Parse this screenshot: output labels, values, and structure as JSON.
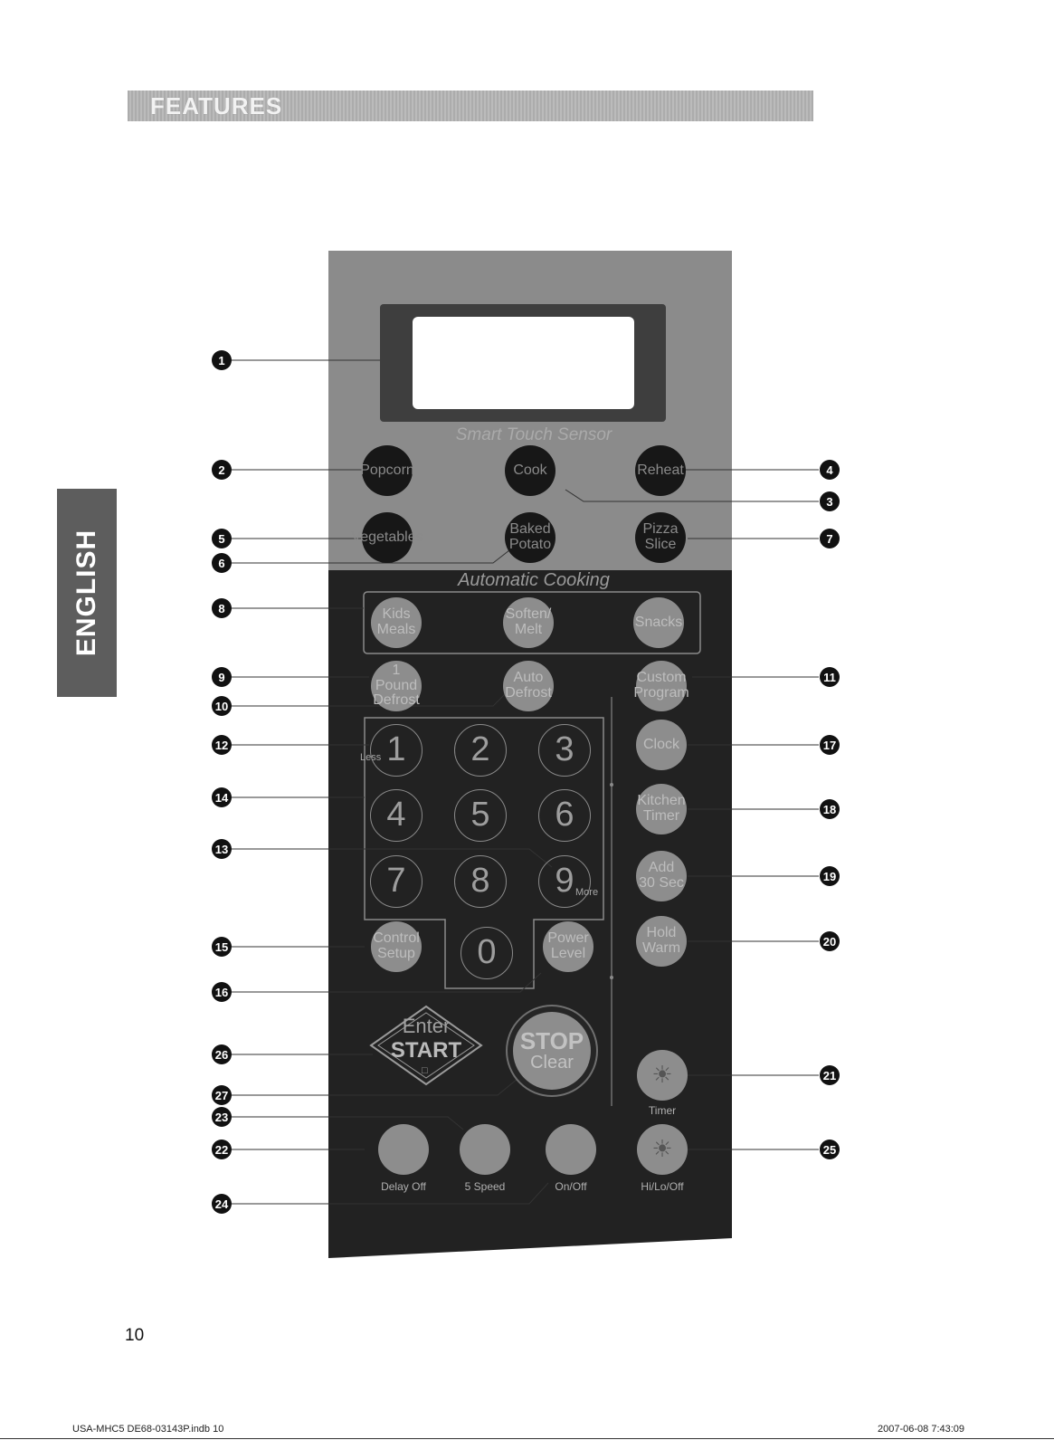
{
  "header": {
    "title": "FEATURES"
  },
  "side_tab": {
    "label": "ENGLISH"
  },
  "panel": {
    "section_top": "Smart Touch Sensor",
    "section_middle": "Automatic Cooking",
    "sensor_buttons": {
      "popcorn": "Popcorn",
      "cook": "Cook",
      "reheat": "Reheat",
      "vegetables": "Vegetables",
      "baked_potato_1": "Baked",
      "baked_potato_2": "Potato",
      "pizza_slice_1": "Pizza",
      "pizza_slice_2": "Slice"
    },
    "auto_buttons": {
      "kids_meals_1": "Kids",
      "kids_meals_2": "Meals",
      "soften_melt_1": "Soften/",
      "soften_melt_2": "Melt",
      "snacks": "Snacks"
    },
    "defrost_buttons": {
      "one_pound_1": "1 Pound",
      "one_pound_2": "Defrost",
      "auto_defrost_1": "Auto",
      "auto_defrost_2": "Defrost",
      "custom_program_1": "Custom",
      "custom_program_2": "Program"
    },
    "keypad": {
      "k1": "1",
      "k2": "2",
      "k3": "3",
      "k4": "4",
      "k5": "5",
      "k6": "6",
      "k7": "7",
      "k8": "8",
      "k9": "9",
      "k0": "0",
      "less": "Less",
      "more": "More"
    },
    "right_buttons": {
      "clock": "Clock",
      "kitchen_timer_1": "Kitchen",
      "kitchen_timer_2": "Timer",
      "add_30_1": "Add",
      "add_30_2": "30 Sec",
      "hold_warm_1": "Hold",
      "hold_warm_2": "Warm"
    },
    "lower_buttons": {
      "control_setup_1": "Control",
      "control_setup_2": "Setup",
      "power_level_1": "Power",
      "power_level_2": "Level",
      "enter": "Enter",
      "start": "START",
      "stop": "STOP",
      "clear": "Clear",
      "timer": "Timer"
    },
    "fan_light_labels": {
      "delay_off": "Delay Off",
      "five_speed": "5 Speed",
      "on_off": "On/Off",
      "hi_lo_off": "Hi/Lo/Off"
    }
  },
  "callouts": {
    "c1": "1",
    "c2": "2",
    "c3": "3",
    "c4": "4",
    "c5": "5",
    "c6": "6",
    "c7": "7",
    "c8": "8",
    "c9": "9",
    "c10": "10",
    "c11": "11",
    "c12": "12",
    "c13": "13",
    "c14": "14",
    "c15": "15",
    "c16": "16",
    "c17": "17",
    "c18": "18",
    "c19": "19",
    "c20": "20",
    "c21": "21",
    "c22": "22",
    "c23": "23",
    "c24": "24",
    "c25": "25",
    "c26": "26",
    "c27": "27"
  },
  "page_number": "10",
  "footer": {
    "left": "USA-MHC5 DE68-03143P.indb   10",
    "right": "2007-06-08   7:43:09"
  }
}
